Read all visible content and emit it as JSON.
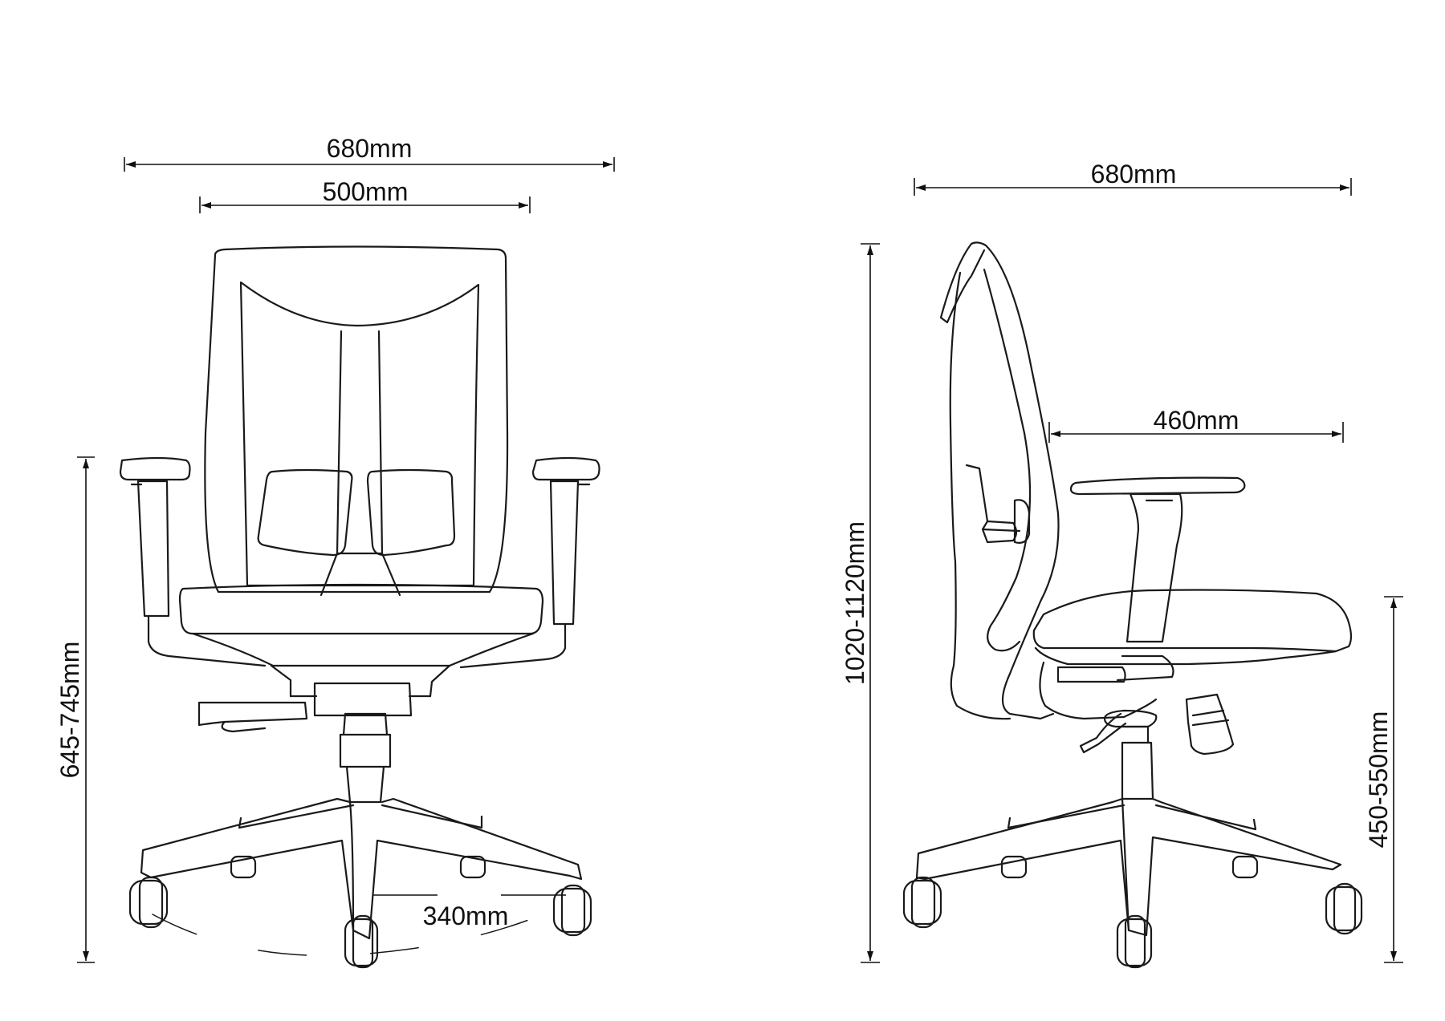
{
  "front_view": {
    "overall_width": "680mm",
    "back_width": "500mm",
    "armrest_height": "645-745mm",
    "base_spread": "340mm"
  },
  "side_view": {
    "overall_depth": "680mm",
    "seat_depth": "460mm",
    "overall_height": "1020-1120mm",
    "seat_height": "450-550mm"
  },
  "colors": {
    "line": "#1a1a1a",
    "background": "#ffffff"
  }
}
